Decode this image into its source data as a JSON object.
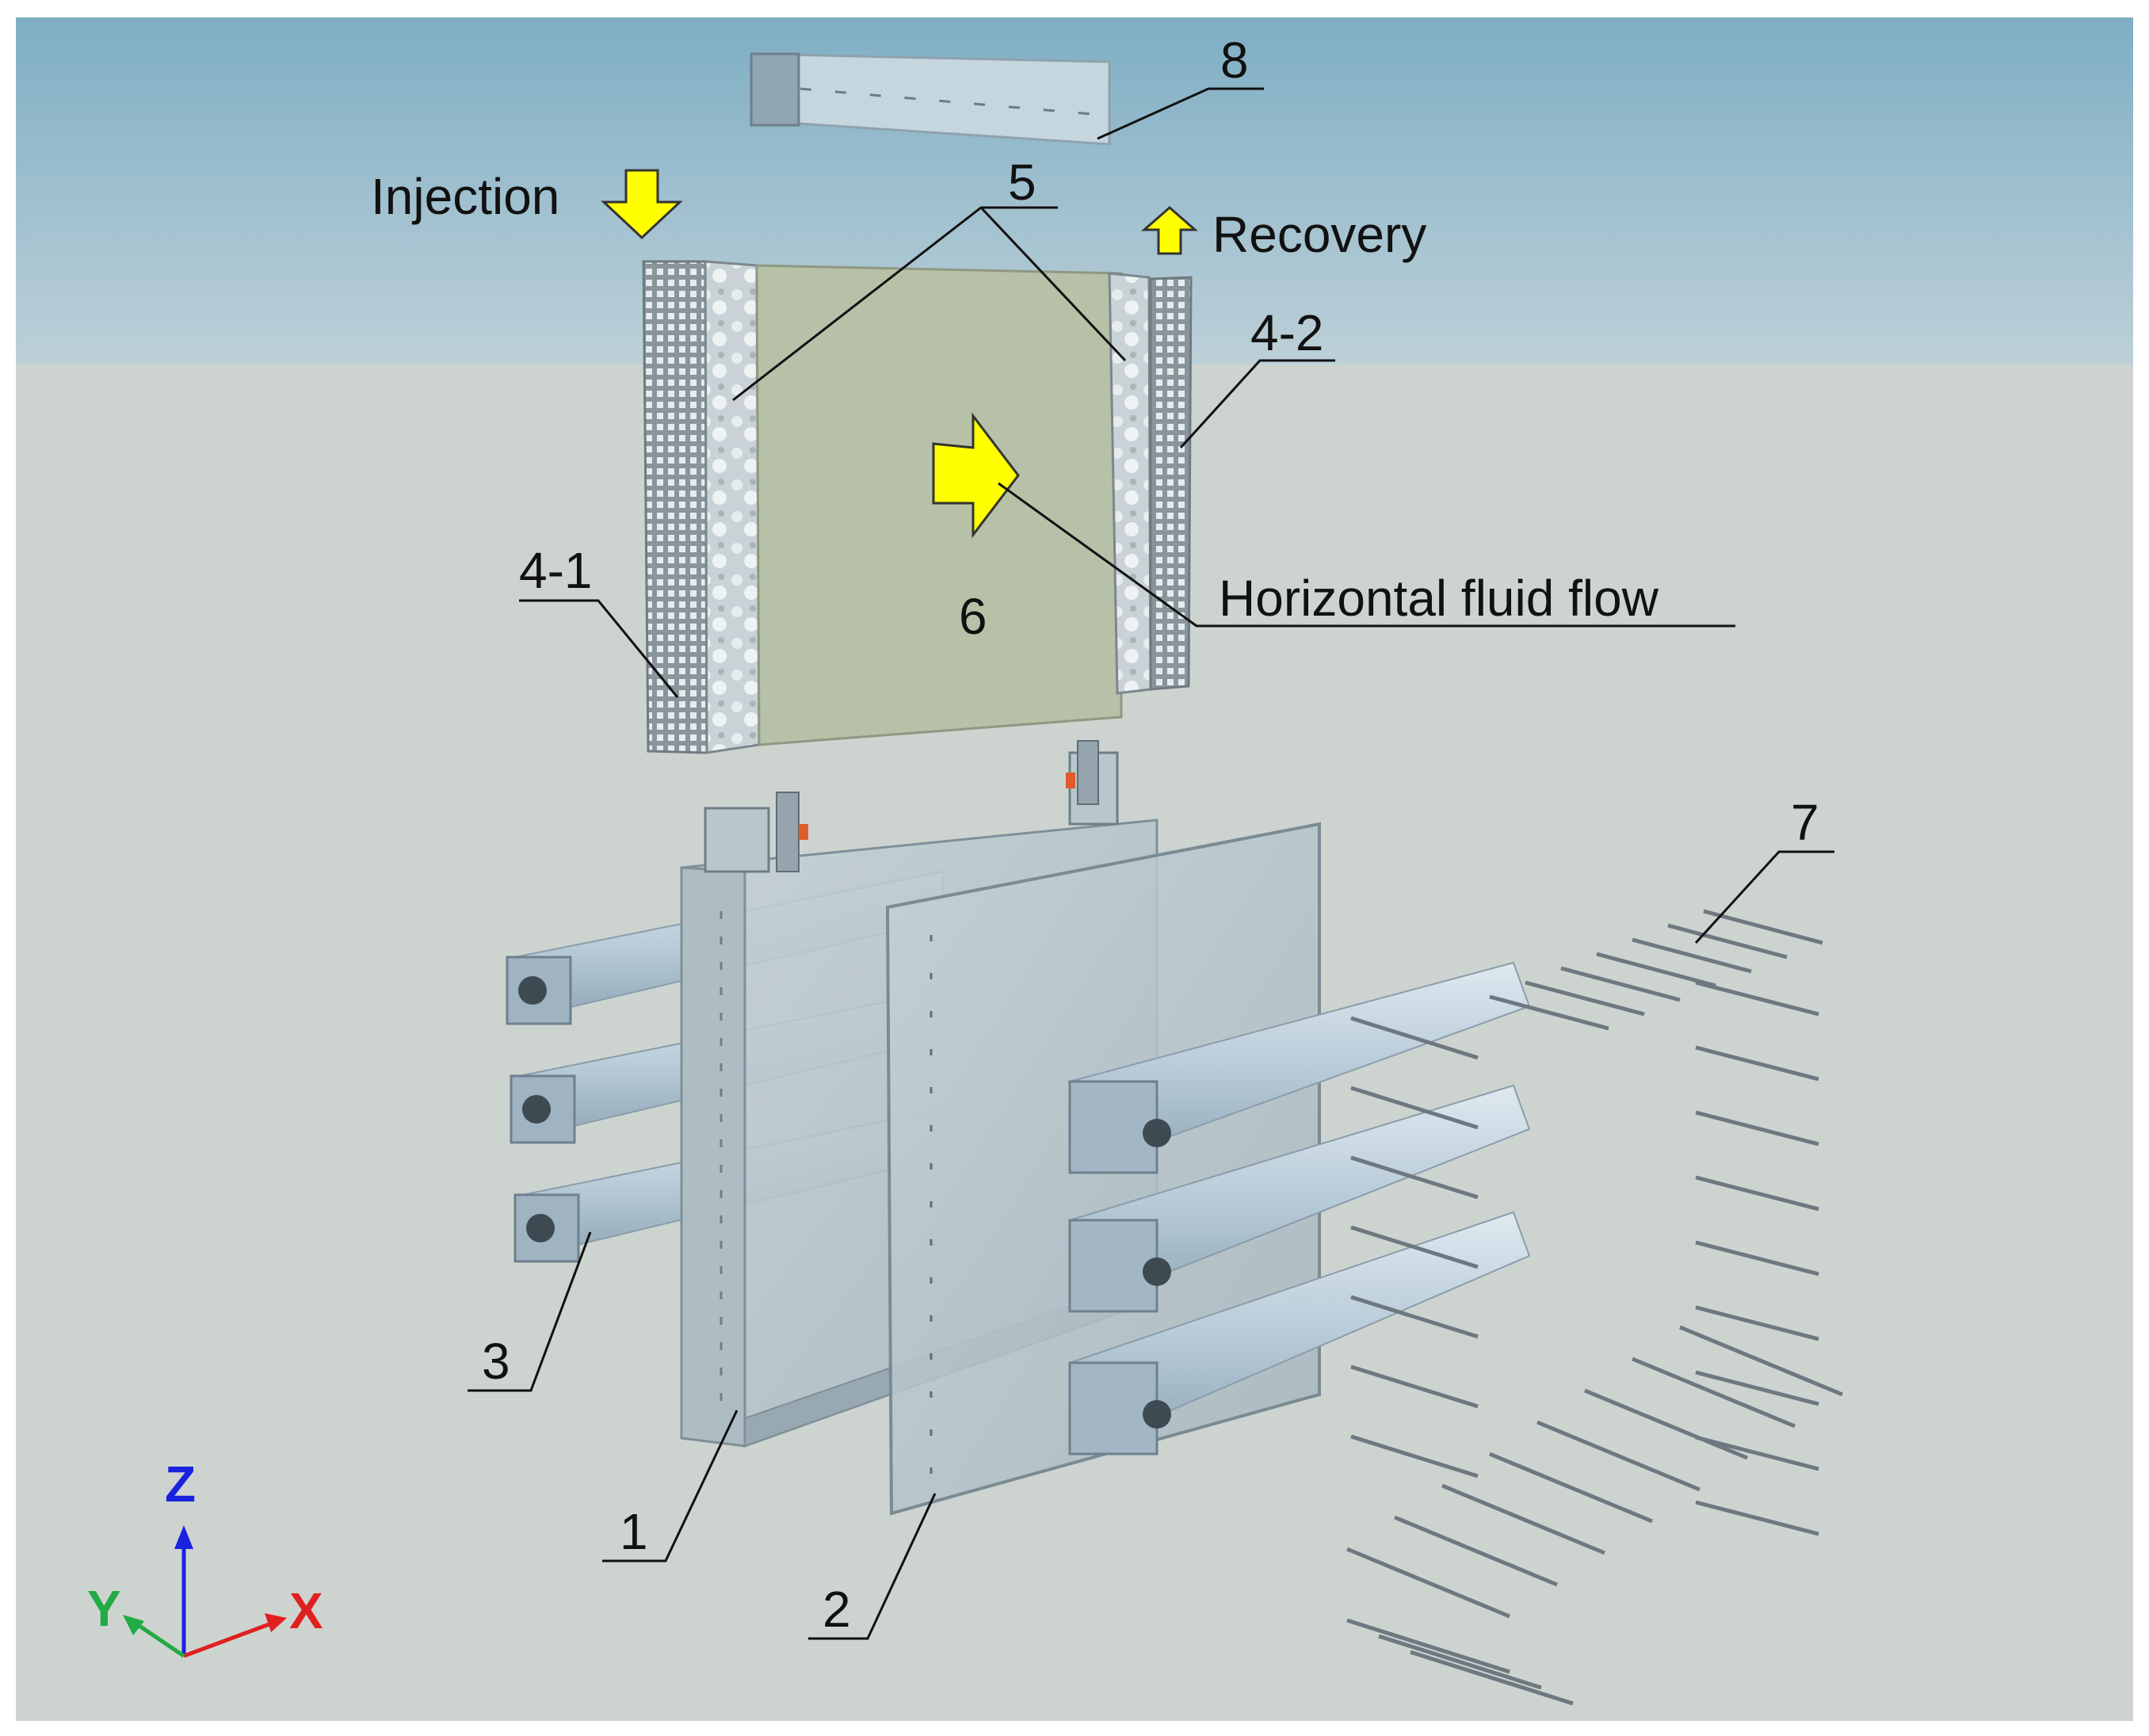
{
  "labels": {
    "injection": "Injection",
    "recovery": "Recovery",
    "horizontal_flow": "Horizontal fluid flow",
    "part_1": "1",
    "part_2": "2",
    "part_3": "3",
    "part_4_1": "4-1",
    "part_4_2": "4-2",
    "part_5": "5",
    "part_6": "6",
    "part_7": "7",
    "part_8": "8"
  },
  "axes": {
    "x": "X",
    "y": "Y",
    "z": "Z"
  },
  "colors": {
    "sky_top": "#7fb0c6",
    "sky_bottom": "#c6d6dc",
    "ground": "#cdd4d0",
    "arrow_yellow": "#ffff00",
    "axis_x": "#e02020",
    "axis_y": "#22aa44",
    "axis_z": "#1a22e0",
    "sand": "#b8c3a8",
    "glass": "#b9c8cf",
    "steel": "#c9d8e2"
  }
}
